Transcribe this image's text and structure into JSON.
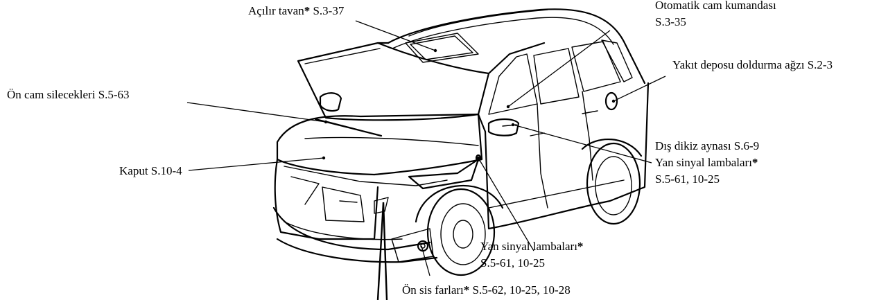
{
  "labels": {
    "sunroof": {
      "text": "Açılır tavan",
      "star": "*",
      "ref": "S.3-37"
    },
    "power_window_line1": "Otomatik cam kumandası",
    "power_window_line2": "S.3-35",
    "fuel_filler": "Yakıt deposu doldurma ağzı S.2-3",
    "wipers": "Ön cam silecekleri S.5-63",
    "hood": "Kaput S.10-4",
    "mirror_line1": "Dış dikiz aynası S.6-9",
    "mirror_line2_text": "Yan sinyal lambaları",
    "mirror_line2_star": "*",
    "mirror_line3": "S.5-61, 10-25",
    "side_signal_line1_text": "Yan sinyal lambaları",
    "side_signal_line1_star": "*",
    "side_signal_line2": "S.5-61, 10-25",
    "fog_text": "Ön sis farları",
    "fog_star": "*",
    "fog_ref": "S.5-62, 10-25, 10-28"
  }
}
